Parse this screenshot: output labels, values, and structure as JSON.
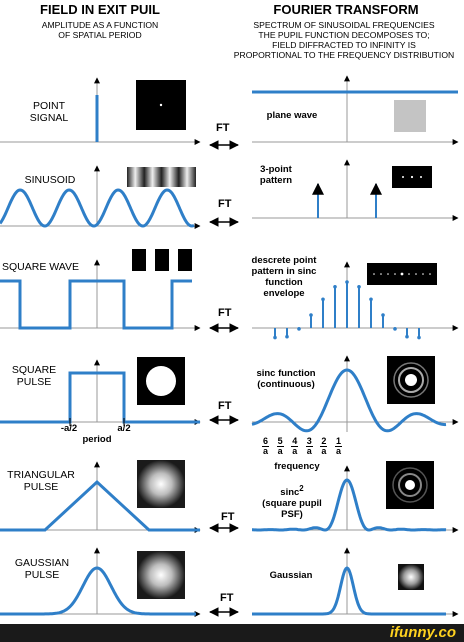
{
  "headers": {
    "left_title": "FIELD IN EXIT PUIL",
    "left_sub": [
      "AMPLITUDE AS A FUNCTION",
      "OF SPATIAL PERIOD"
    ],
    "right_title": "FOURIER TRANSFORM",
    "right_sub": [
      "SPECTRUM OF SINUSOIDAL FREQUENCIES",
      "THE PUPIL FUNCTION DECOMPOSES TO;",
      "FIELD DIFFRACTED TO INFINITY IS",
      "PROPORTIONAL TO THE FREQUENCY DISTRIBUTION"
    ]
  },
  "rows": [
    {
      "left": [
        "POINT",
        "SIGNAL"
      ],
      "right": [
        "plane wave"
      ],
      "ft": "FT"
    },
    {
      "left": [
        "SINUSOID"
      ],
      "right": [
        "3-point",
        "pattern"
      ],
      "ft": "FT"
    },
    {
      "left": [
        "SQUARE WAVE"
      ],
      "right": [
        "descrete point",
        "pattern in sinc",
        "function",
        "envelope"
      ],
      "ft": "FT"
    },
    {
      "left": [
        "SQUARE",
        "PULSE"
      ],
      "right": [
        "sinc function",
        "(continuous)"
      ],
      "ft": "FT"
    },
    {
      "left": [
        "TRIANGULAR",
        "PULSE"
      ],
      "right": [
        "sinc",
        "(square pupil",
        "PSF)"
      ],
      "ft": "FT"
    },
    {
      "left": [
        "GAUSSIAN",
        "PULSE"
      ],
      "right": [
        "Gaussian"
      ],
      "ft": "FT"
    }
  ],
  "sinc_squared_exponent": "2",
  "pulse_axis": {
    "neg": "-a/2",
    "pos": "a/2",
    "label": "period"
  },
  "freq_axis": {
    "fractions": [
      {
        "n": "6",
        "d": "a"
      },
      {
        "n": "5",
        "d": "a"
      },
      {
        "n": "4",
        "d": "a"
      },
      {
        "n": "3",
        "d": "a"
      },
      {
        "n": "2",
        "d": "a"
      },
      {
        "n": "1",
        "d": "a"
      }
    ],
    "label": "frequency"
  },
  "footer": {
    "brand": "ifunny.co"
  },
  "colors": {
    "wave": "#2f7fc8",
    "axis": "#2f7fc8",
    "ink": "#000000"
  }
}
